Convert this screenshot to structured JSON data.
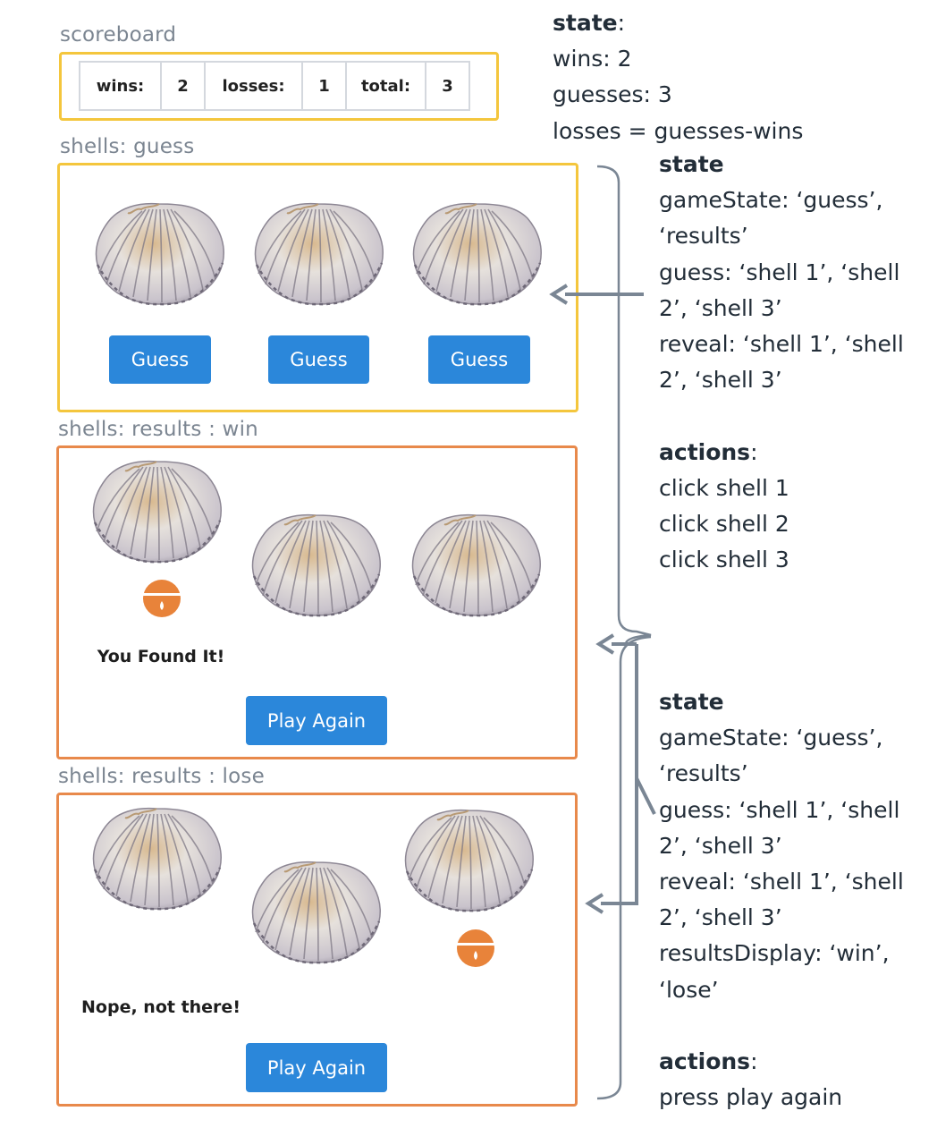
{
  "scoreboard": {
    "label": "scoreboard",
    "wins_label": "wins:",
    "wins_value": "2",
    "losses_label": "losses:",
    "losses_value": "1",
    "total_label": "total:",
    "total_value": "3"
  },
  "guess_panel": {
    "label": "shells: guess",
    "button_label": "Guess"
  },
  "win_panel": {
    "label": "shells: results : win",
    "message": "You Found It!",
    "button_label": "Play Again"
  },
  "lose_panel": {
    "label": "shells: results : lose",
    "message": "Nope, not there!",
    "button_label": "Play Again"
  },
  "top_note": {
    "state_title": "state",
    "lines": [
      "wins: 2",
      "guesses: 3",
      "losses = guesses-wins"
    ]
  },
  "shells_note": {
    "state_title": "state",
    "state_lines": [
      "gameState: ‘guess’,",
      "‘results’",
      "guess: ‘shell 1’, ‘shell",
      "2’, ‘shell 3’",
      "reveal: ‘shell 1’, ‘shell",
      "2’, ‘shell 3’"
    ],
    "actions_title": "actions",
    "action_lines": [
      "click shell 1",
      "click shell 2",
      "click shell 3"
    ]
  },
  "results_note": {
    "state_title": "state",
    "state_lines": [
      "gameState: ‘guess’,",
      "‘results’",
      "guess: ‘shell 1’, ‘shell",
      "2’, ‘shell 3’",
      "reveal: ‘shell 1’, ‘shell",
      "2’, ‘shell 3’",
      "resultsDisplay: ‘win’,",
      "‘lose’"
    ],
    "actions_title": "actions",
    "action_lines": [
      "press play again"
    ]
  },
  "colors": {
    "guess_border": "#f4c63d",
    "results_border": "#e8894b",
    "button": "#2b87da",
    "pearl": "#e8833a",
    "connector": "#7a8694"
  },
  "icons": [
    "shell-icon",
    "pearl-icon",
    "arrow-icon",
    "brace-icon"
  ]
}
